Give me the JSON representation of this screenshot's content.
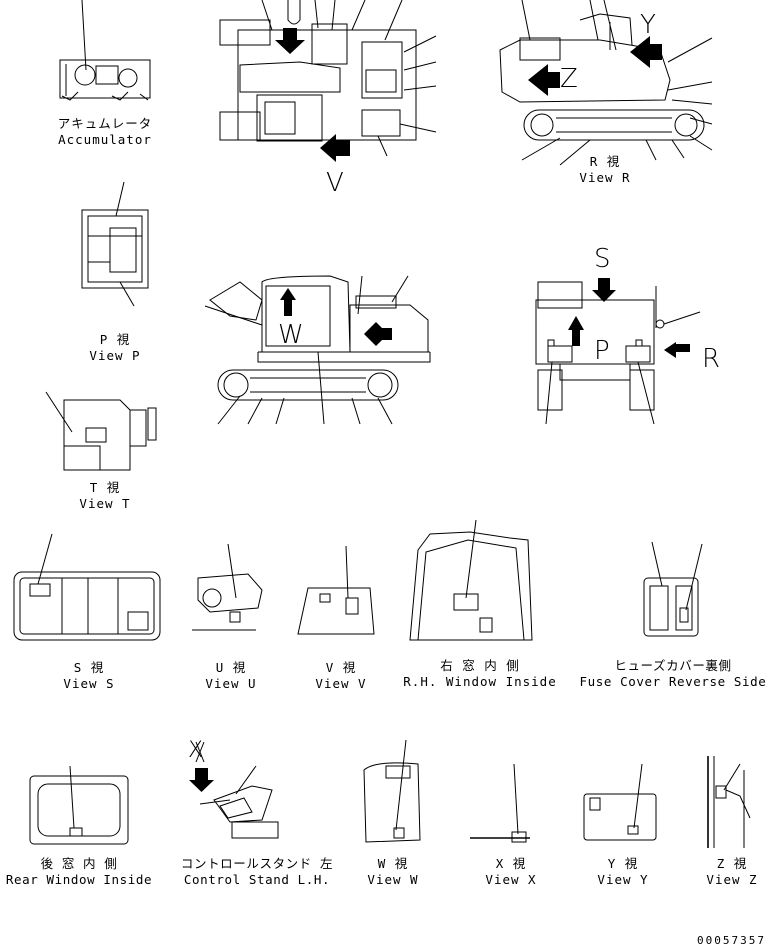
{
  "views": {
    "accumulator": {
      "jp": "アキュムレータ",
      "en": "Accumulator"
    },
    "view_r": {
      "jp": "R  視",
      "en": "View R"
    },
    "view_p": {
      "jp": "P  視",
      "en": "View P"
    },
    "view_t": {
      "jp": "T  視",
      "en": "View T"
    },
    "view_s": {
      "jp": "S  視",
      "en": "View S"
    },
    "view_u": {
      "jp": "U  視",
      "en": "View U"
    },
    "view_v": {
      "jp": "V  視",
      "en": "View V"
    },
    "rh_window": {
      "jp": "右 窓 内 側",
      "en": "R.H. Window Inside"
    },
    "fuse_cover": {
      "jp": "ヒューズカバー裏側",
      "en": "Fuse Cover Reverse Side"
    },
    "rear_window": {
      "jp": "後 窓 内 側",
      "en": "Rear Window Inside"
    },
    "control_stand": {
      "jp": "コントロールスタンド 左",
      "en": "Control Stand L.H."
    },
    "view_w": {
      "jp": "W  視",
      "en": "View W"
    },
    "view_x": {
      "jp": "X  視",
      "en": "View X"
    },
    "view_y": {
      "jp": "Y  視",
      "en": "View Y"
    },
    "view_z": {
      "jp": "Z  視",
      "en": "View Z"
    }
  },
  "view_letters": {
    "v": "V",
    "z": "Z",
    "y": "Y",
    "s": "S",
    "r": "R",
    "w": "W",
    "p": "P",
    "x": "X"
  },
  "document_number": "00057357"
}
